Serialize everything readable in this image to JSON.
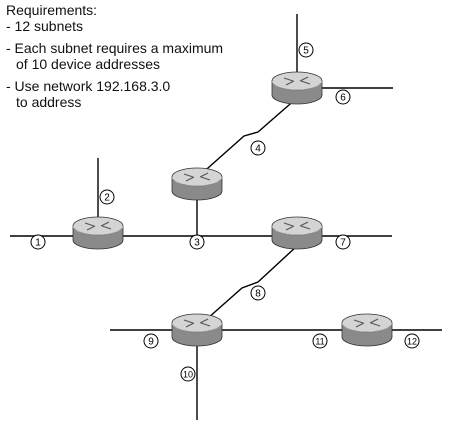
{
  "requirements": {
    "heading": "Requirements:",
    "items": [
      "- 12  subnets",
      "- Each subnet requires a maximum",
      "of 10 device addresses",
      "- Use network 192.168.3.0",
      "to address"
    ]
  },
  "subnets": {
    "s1": "1",
    "s2": "2",
    "s3": "3",
    "s4": "4",
    "s5": "5",
    "s6": "6",
    "s7": "7",
    "s8": "8",
    "s9": "9",
    "s10": "10",
    "s11": "11",
    "s12": "12"
  },
  "icons": {
    "router": "router-icon"
  },
  "colors": {
    "line": "#000000",
    "router_body": "#8a8a8a",
    "router_top": "#d4d4d4",
    "label_circle": "#ffffff"
  }
}
